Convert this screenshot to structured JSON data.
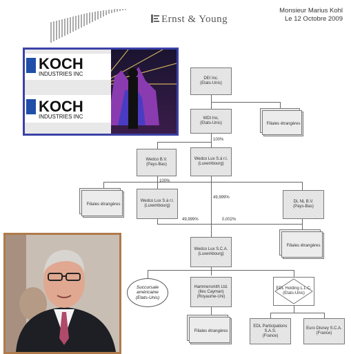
{
  "header": {
    "brand": "Ernst & Young",
    "addressee_name": "Monsieur Marius Kohl",
    "addressee_date": "Le 12 Octobre 2009"
  },
  "photos": {
    "koch_sign_line1": "KOCH",
    "koch_sign_line2": "INDUSTRIES INC",
    "koch_sign2_line1": "KOCH",
    "koch_sign2_line2": "INDUSTRIES INC"
  },
  "chart": {
    "dei": [
      "DEI Inc.",
      "(Etats-Unis)"
    ],
    "wdi": [
      "WDI Inc.",
      "(Etats-Unis)"
    ],
    "filiales_1": "Filiales étrangères",
    "wedco_bv": [
      "Wedco B.V.",
      "(Pays-Bas)"
    ],
    "wedco_sarl": [
      "Wedco Lux S.à r.l.",
      "(Luxembourg)"
    ],
    "filiales_2": "Filiales étrangères",
    "wedco_lux": [
      "Wedco Lux S.à r.l.",
      "(Luxembourg)"
    ],
    "dl_nl": [
      "DL NL B.V.",
      "(Pays-Bas)"
    ],
    "wedco_sca": [
      "Wedco Lux S.C.A.",
      "(Luxembourg)"
    ],
    "filiales_3": "Filiales étrangères",
    "succursale": [
      "Succursale",
      "américaine",
      "(Etats-Unis)"
    ],
    "hammersmith": [
      "Hammersmith Ltd.",
      "(Iles Cayman)",
      "(Royaume-Uni)"
    ],
    "edl_holding": [
      "EDL Holding L.L.C.",
      "(Etats-Unis)"
    ],
    "filiales_4": "Filiales étrangères",
    "edl_participations": [
      "EDL Participations",
      "S.A.S.",
      "(France)"
    ],
    "euro_disney": [
      "Euro Disney S.C.A.",
      "(France)"
    ],
    "pct_100_a": "100%",
    "pct_100_b": "100%",
    "pct_49_a": "49,999%",
    "pct_49_b": "49,999%",
    "pct_0002": "0,002%"
  }
}
